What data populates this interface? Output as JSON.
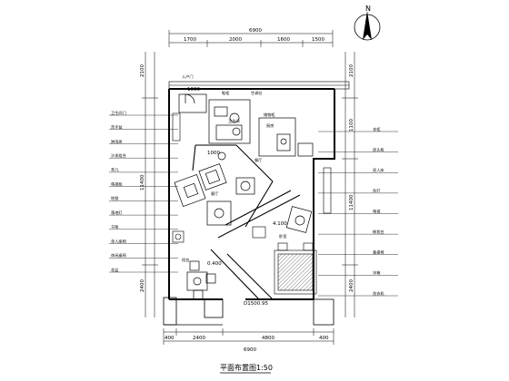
{
  "title": "平面布置图1:50",
  "north": "N",
  "dims_top_overall": "6900",
  "dims_top_parts": [
    "1700",
    "2000",
    "1600",
    "1500"
  ],
  "dims_bottom_parts": [
    "400",
    "2400",
    "4800",
    "400"
  ],
  "dims_bottom_overall": "6900",
  "dims_left": [
    "2100",
    "11400",
    "2400"
  ],
  "dims_right": [
    "2100",
    "1100",
    "11400",
    "2400"
  ],
  "inner_dims": [
    "1000",
    "1000",
    "0.400",
    "4.100",
    "D1500.95"
  ],
  "room_labels": [
    "卫生间",
    "客厅",
    "卧室",
    "餐厅",
    "阳台",
    "厨房"
  ],
  "left_notes": [
    "卫生间门",
    "洗手盆",
    "淋浴房",
    "沙发组合",
    "茶几",
    "电视柜",
    "地毯",
    "落地灯",
    "书柜",
    "单人座椅",
    "休闲桌椅",
    "花盆"
  ],
  "right_notes": [
    "衣柜",
    "床头柜",
    "双人床",
    "台灯",
    "电视",
    "梳妆台",
    "餐桌椅",
    "冰箱",
    "洗衣机"
  ],
  "top_notes": [
    "入户门",
    "鞋柜",
    "空调位",
    "储物柜"
  ]
}
